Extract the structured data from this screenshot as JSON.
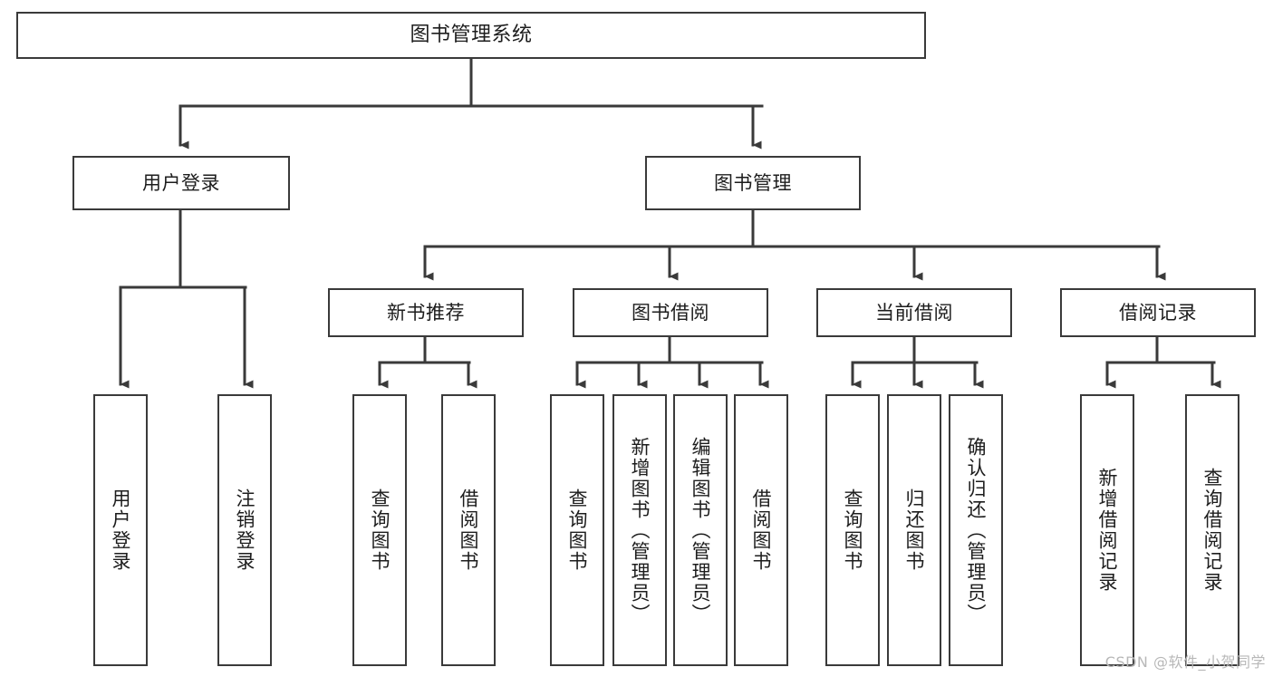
{
  "diagram": {
    "type": "tree-hierarchy",
    "title": "图书管理系统",
    "watermark": "CSDN @软件_小贺同学",
    "colors": {
      "stroke": "#3a3a3a",
      "fill": "#ffffff",
      "text": "#1d1d1d",
      "watermark": "#b8b8b8"
    },
    "levels": [
      {
        "level": 1,
        "nodes": [
          {
            "id": "root",
            "label": "图书管理系统",
            "orientation": "horizontal"
          }
        ]
      },
      {
        "level": 2,
        "nodes": [
          {
            "id": "user-login",
            "label": "用户登录",
            "orientation": "horizontal",
            "parent": "root"
          },
          {
            "id": "book-manage",
            "label": "图书管理",
            "orientation": "horizontal",
            "parent": "root"
          }
        ]
      },
      {
        "level": 3,
        "nodes": [
          {
            "id": "new-book-rec",
            "label": "新书推荐",
            "orientation": "horizontal",
            "parent": "book-manage"
          },
          {
            "id": "book-borrow",
            "label": "图书借阅",
            "orientation": "horizontal",
            "parent": "book-manage"
          },
          {
            "id": "current-borrow",
            "label": "当前借阅",
            "orientation": "horizontal",
            "parent": "book-manage"
          },
          {
            "id": "borrow-record",
            "label": "借阅记录",
            "orientation": "horizontal",
            "parent": "book-manage"
          }
        ]
      },
      {
        "level": 4,
        "nodes": [
          {
            "id": "leaf-1",
            "label": "用户登录",
            "orientation": "vertical",
            "parent": "user-login"
          },
          {
            "id": "leaf-2",
            "label": "注销登录",
            "orientation": "vertical",
            "parent": "user-login"
          },
          {
            "id": "leaf-3",
            "label": "查询图书",
            "orientation": "vertical",
            "parent": "new-book-rec"
          },
          {
            "id": "leaf-4",
            "label": "借阅图书",
            "orientation": "vertical",
            "parent": "new-book-rec"
          },
          {
            "id": "leaf-5",
            "label": "查询图书",
            "orientation": "vertical",
            "parent": "book-borrow"
          },
          {
            "id": "leaf-6",
            "label": "新增图书（管理员）",
            "orientation": "vertical",
            "parent": "book-borrow"
          },
          {
            "id": "leaf-7",
            "label": "编辑图书（管理员）",
            "orientation": "vertical",
            "parent": "book-borrow"
          },
          {
            "id": "leaf-8",
            "label": "借阅图书",
            "orientation": "vertical",
            "parent": "book-borrow"
          },
          {
            "id": "leaf-9",
            "label": "查询图书",
            "orientation": "vertical",
            "parent": "current-borrow"
          },
          {
            "id": "leaf-10",
            "label": "归还图书",
            "orientation": "vertical",
            "parent": "current-borrow"
          },
          {
            "id": "leaf-11",
            "label": "确认归还（管理员）",
            "orientation": "vertical",
            "parent": "current-borrow"
          },
          {
            "id": "leaf-12",
            "label": "新增借阅记录",
            "orientation": "vertical",
            "parent": "borrow-record"
          },
          {
            "id": "leaf-13",
            "label": "查询借阅记录",
            "orientation": "vertical",
            "parent": "borrow-record"
          }
        ]
      }
    ]
  }
}
